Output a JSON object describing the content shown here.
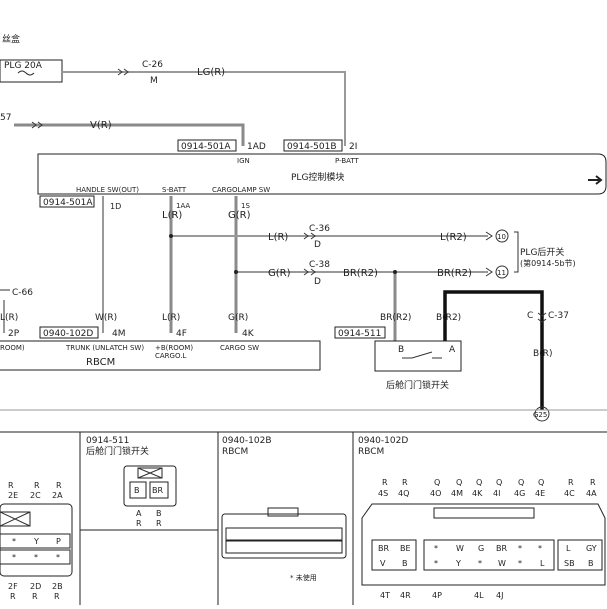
{
  "top": {
    "fuse_box_label_partial": "丝盒",
    "fuse_label": "PLG 20A",
    "connector_c26": "C-26",
    "connector_c26_pin": "M",
    "wire_lg": "LG(R)",
    "left_partial_57": "57",
    "wire_v_top": "V(R)",
    "ref_501a_top": "0914-501A",
    "pin_1ad": "1AD",
    "ign_label": "IGN",
    "ref_501b": "0914-501B",
    "pin_2i": "2I",
    "pbatt_label": "P-BATT"
  },
  "module": {
    "title": "PLG控制模块",
    "ref_501a_bottom": "0914-501A",
    "pin_1d": "1D",
    "handle_sw": "HANDLE SW(OUT)",
    "sbatt": "S-BATT",
    "pin_1aa": "1AA",
    "cargolamp_sw": "CARGOLAMP SW",
    "pin_1s": "1S"
  },
  "wires": {
    "lr_under_sbatt": "L(R)",
    "gr_under_cargo": "G(R)",
    "c36": "C-36",
    "c36_pin": "D",
    "lr_mid": "L(R)",
    "lr2": "L(R2)",
    "c38": "C-38",
    "c38_pin": "D",
    "gr_mid": "G(R)",
    "brr2_mid": "BR(R2)",
    "brr2_right": "BR(R2)",
    "plg_switch": "PLG后开关",
    "plg_switch_ref": "(第0914-5b节)",
    "node_10": "10",
    "node_11": "11",
    "c66": "C-66",
    "lr_left": "L(R)",
    "wr": "W(R)",
    "lr_vert": "L(R)",
    "gr_vert": "G(R)",
    "brr2_vert": "BR(R2)",
    "br2_vert": "B(R2)",
    "c37_pin": "C",
    "c37": "C-37",
    "br_vert": "B(R)",
    "ground": "G25"
  },
  "rbcm": {
    "ref_102d": "0940-102D",
    "pin_2p": "2P",
    "pin_4m": "4M",
    "pin_4f": "4F",
    "pin_4k": "4K",
    "room_partial": "ROOM)",
    "trunk": "TRUNK (UNLATCH SW)",
    "broom_line1": "+B(ROOM)",
    "broom_line2": "CARGO.L",
    "cargo_sw": "CARGO SW",
    "name": "RBCM"
  },
  "latch": {
    "ref": "0914-511",
    "pin_b": "B",
    "pin_a": "A",
    "name": "后舱门门锁开关"
  },
  "bottom": {
    "left_top_row": [
      "R",
      "R",
      "R"
    ],
    "left_top_pins": [
      "2E",
      "2C",
      "2A"
    ],
    "left_cells": [
      "*",
      "Y",
      "P"
    ],
    "left_cells2": [
      "*",
      "*",
      "*"
    ],
    "left_bottom_pins": [
      "2F",
      "2D",
      "2B"
    ],
    "left_bottom_row": [
      "R",
      "R",
      "R"
    ],
    "p511_ref": "0914-511",
    "p511_name": "后舱门门锁开关",
    "p511_cells": [
      "B",
      "BR"
    ],
    "p511_pins": [
      "A",
      "B"
    ],
    "p511_row": [
      "R",
      "R"
    ],
    "p102b_ref": "0940-102B",
    "p102b_name": "RBCM",
    "p102b_note": "* 未使用",
    "p102d_ref": "0940-102D",
    "p102d_name": "RBCM",
    "p102d_top_row": [
      "R",
      "R",
      "Q",
      "Q",
      "Q",
      "Q",
      "Q",
      "Q",
      "R",
      "R"
    ],
    "p102d_top_pins": [
      "4S",
      "4Q",
      "4O",
      "4M",
      "4K",
      "4I",
      "4G",
      "4E",
      "4C",
      "4A"
    ],
    "p102d_cells": [
      "BR",
      "BE",
      "*",
      "W",
      "G",
      "BR",
      "*",
      "*",
      "L",
      "GY"
    ],
    "p102d_cells2": [
      "V",
      "B",
      "*",
      "Y",
      "*",
      "W",
      "*",
      "L",
      "SB",
      "B"
    ],
    "p102d_bottom_pins": [
      "4T",
      "4R",
      "4P",
      "4L",
      "4J"
    ]
  }
}
